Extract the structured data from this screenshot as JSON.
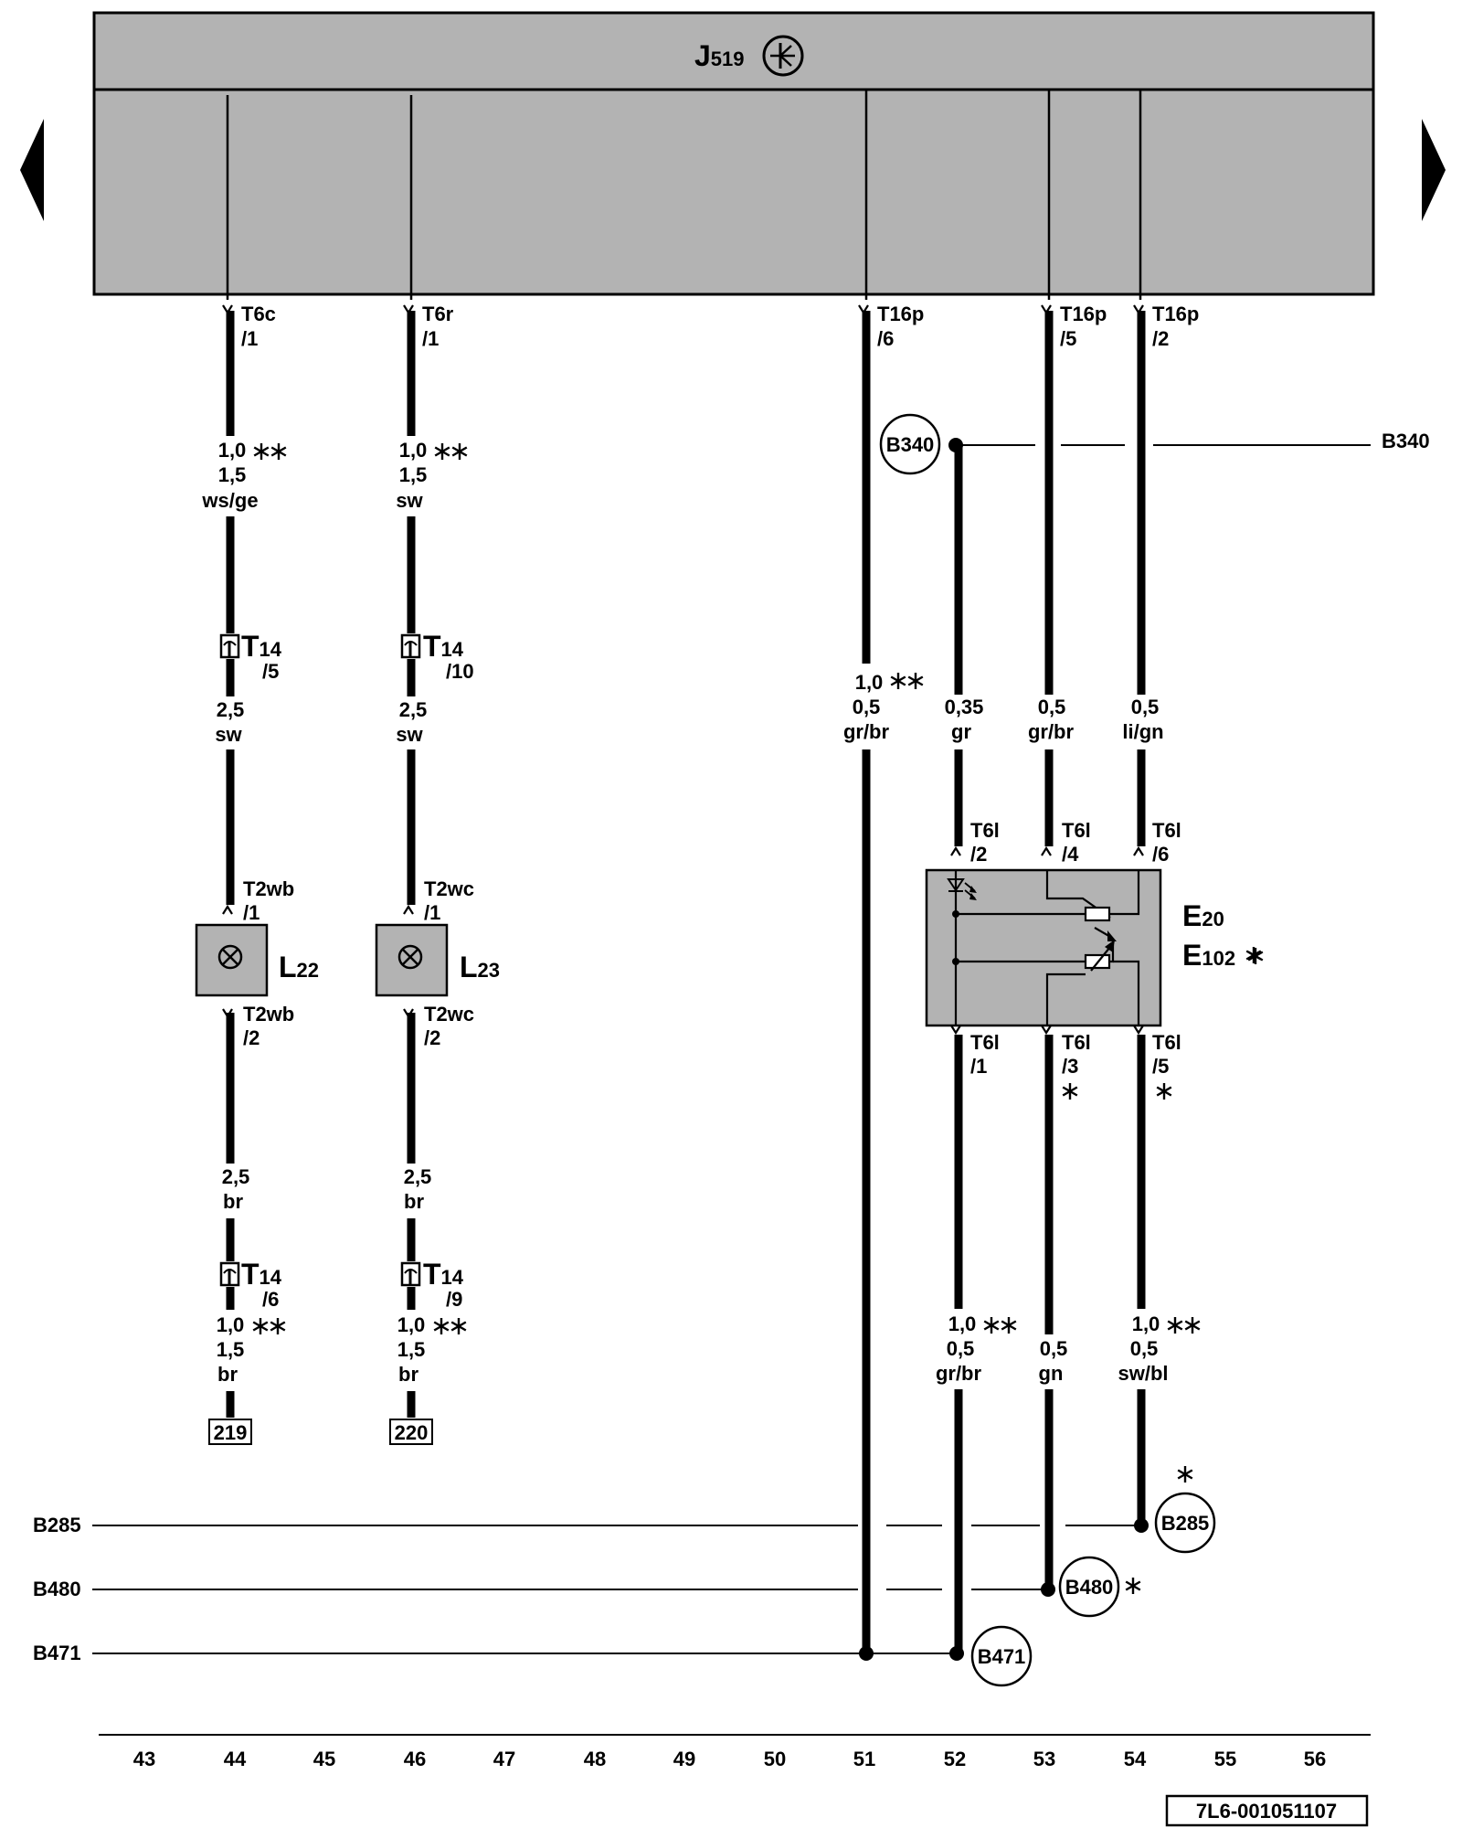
{
  "control_unit": {
    "label": "J",
    "sub": "519"
  },
  "nav": {
    "prev_icon": "triangle-left-icon",
    "next_icon": "triangle-right-icon"
  },
  "pins": [
    {
      "conn": "T6c",
      "pin": "/1"
    },
    {
      "conn": "T6r",
      "pin": "/1"
    },
    {
      "conn": "T16p",
      "pin": "/6"
    },
    {
      "conn": "T16p",
      "pin": "/5"
    },
    {
      "conn": "T16p",
      "pin": "/2"
    }
  ],
  "wire_labels": [
    {
      "lines": [
        "1,0",
        "1,5",
        "ws/ge"
      ],
      "starred": true
    },
    {
      "lines": [
        "1,0",
        "1,5",
        "sw"
      ],
      "starred": true
    },
    {
      "lines": [
        "2,5",
        "sw"
      ],
      "starred": false
    },
    {
      "lines": [
        "2,5",
        "sw"
      ],
      "starred": false
    },
    {
      "lines": [
        "2,5",
        "br"
      ],
      "starred": false
    },
    {
      "lines": [
        "2,5",
        "br"
      ],
      "starred": false
    },
    {
      "lines": [
        "1,0",
        "1,5",
        "br"
      ],
      "starred": true
    },
    {
      "lines": [
        "1,0",
        "1,5",
        "br"
      ],
      "starred": true
    },
    {
      "lines": [
        "1,0",
        "0,5",
        "gr/br"
      ],
      "starred": true
    },
    {
      "lines": [
        "0,35",
        "gr"
      ],
      "starred": false
    },
    {
      "lines": [
        "0,5",
        "gr/br"
      ],
      "starred": false
    },
    {
      "lines": [
        "0,5",
        "li/gn"
      ],
      "starred": false
    },
    {
      "lines": [
        "1,0",
        "0,5",
        "gr/br"
      ],
      "starred": true
    },
    {
      "lines": [
        "0,5",
        "gn"
      ],
      "starred": false
    },
    {
      "lines": [
        "1,0",
        "0,5",
        "sw/bl"
      ],
      "starred": true
    }
  ],
  "t14": [
    {
      "label": "T",
      "sub": "14",
      "pin": "/5"
    },
    {
      "label": "T",
      "sub": "14",
      "pin": "/10"
    },
    {
      "label": "T",
      "sub": "14",
      "pin": "/6"
    },
    {
      "label": "T",
      "sub": "14",
      "pin": "/9"
    }
  ],
  "lamps": [
    {
      "label": "L",
      "sub": "22",
      "top_conn": "T2wb",
      "top_pin": "/1",
      "bottom_conn": "T2wb",
      "bottom_pin": "/2"
    },
    {
      "label": "L",
      "sub": "23",
      "top_conn": "T2wc",
      "top_pin": "/1",
      "bottom_conn": "T2wc",
      "bottom_pin": "/2"
    }
  ],
  "switch": {
    "label1": "E",
    "sub1": "20",
    "label2": "E",
    "sub2": "102",
    "top_pins": [
      {
        "conn": "T6l",
        "pin": "/2"
      },
      {
        "conn": "T6l",
        "pin": "/4"
      },
      {
        "conn": "T6l",
        "pin": "/6"
      }
    ],
    "bottom_pins": [
      {
        "conn": "T6l",
        "pin": "/1"
      },
      {
        "conn": "T6l",
        "pin": "/3"
      },
      {
        "conn": "T6l",
        "pin": "/5"
      }
    ]
  },
  "refs": [
    "219",
    "220"
  ],
  "grounds": {
    "top": "B340",
    "b285": "B285",
    "b480": "B480",
    "b471": "B471"
  },
  "asterisk": "*",
  "double_asterisk": "**",
  "tracks": [
    "43",
    "44",
    "45",
    "46",
    "47",
    "48",
    "49",
    "50",
    "51",
    "52",
    "53",
    "54",
    "55",
    "56"
  ],
  "figure_id": "7L6-001051107"
}
